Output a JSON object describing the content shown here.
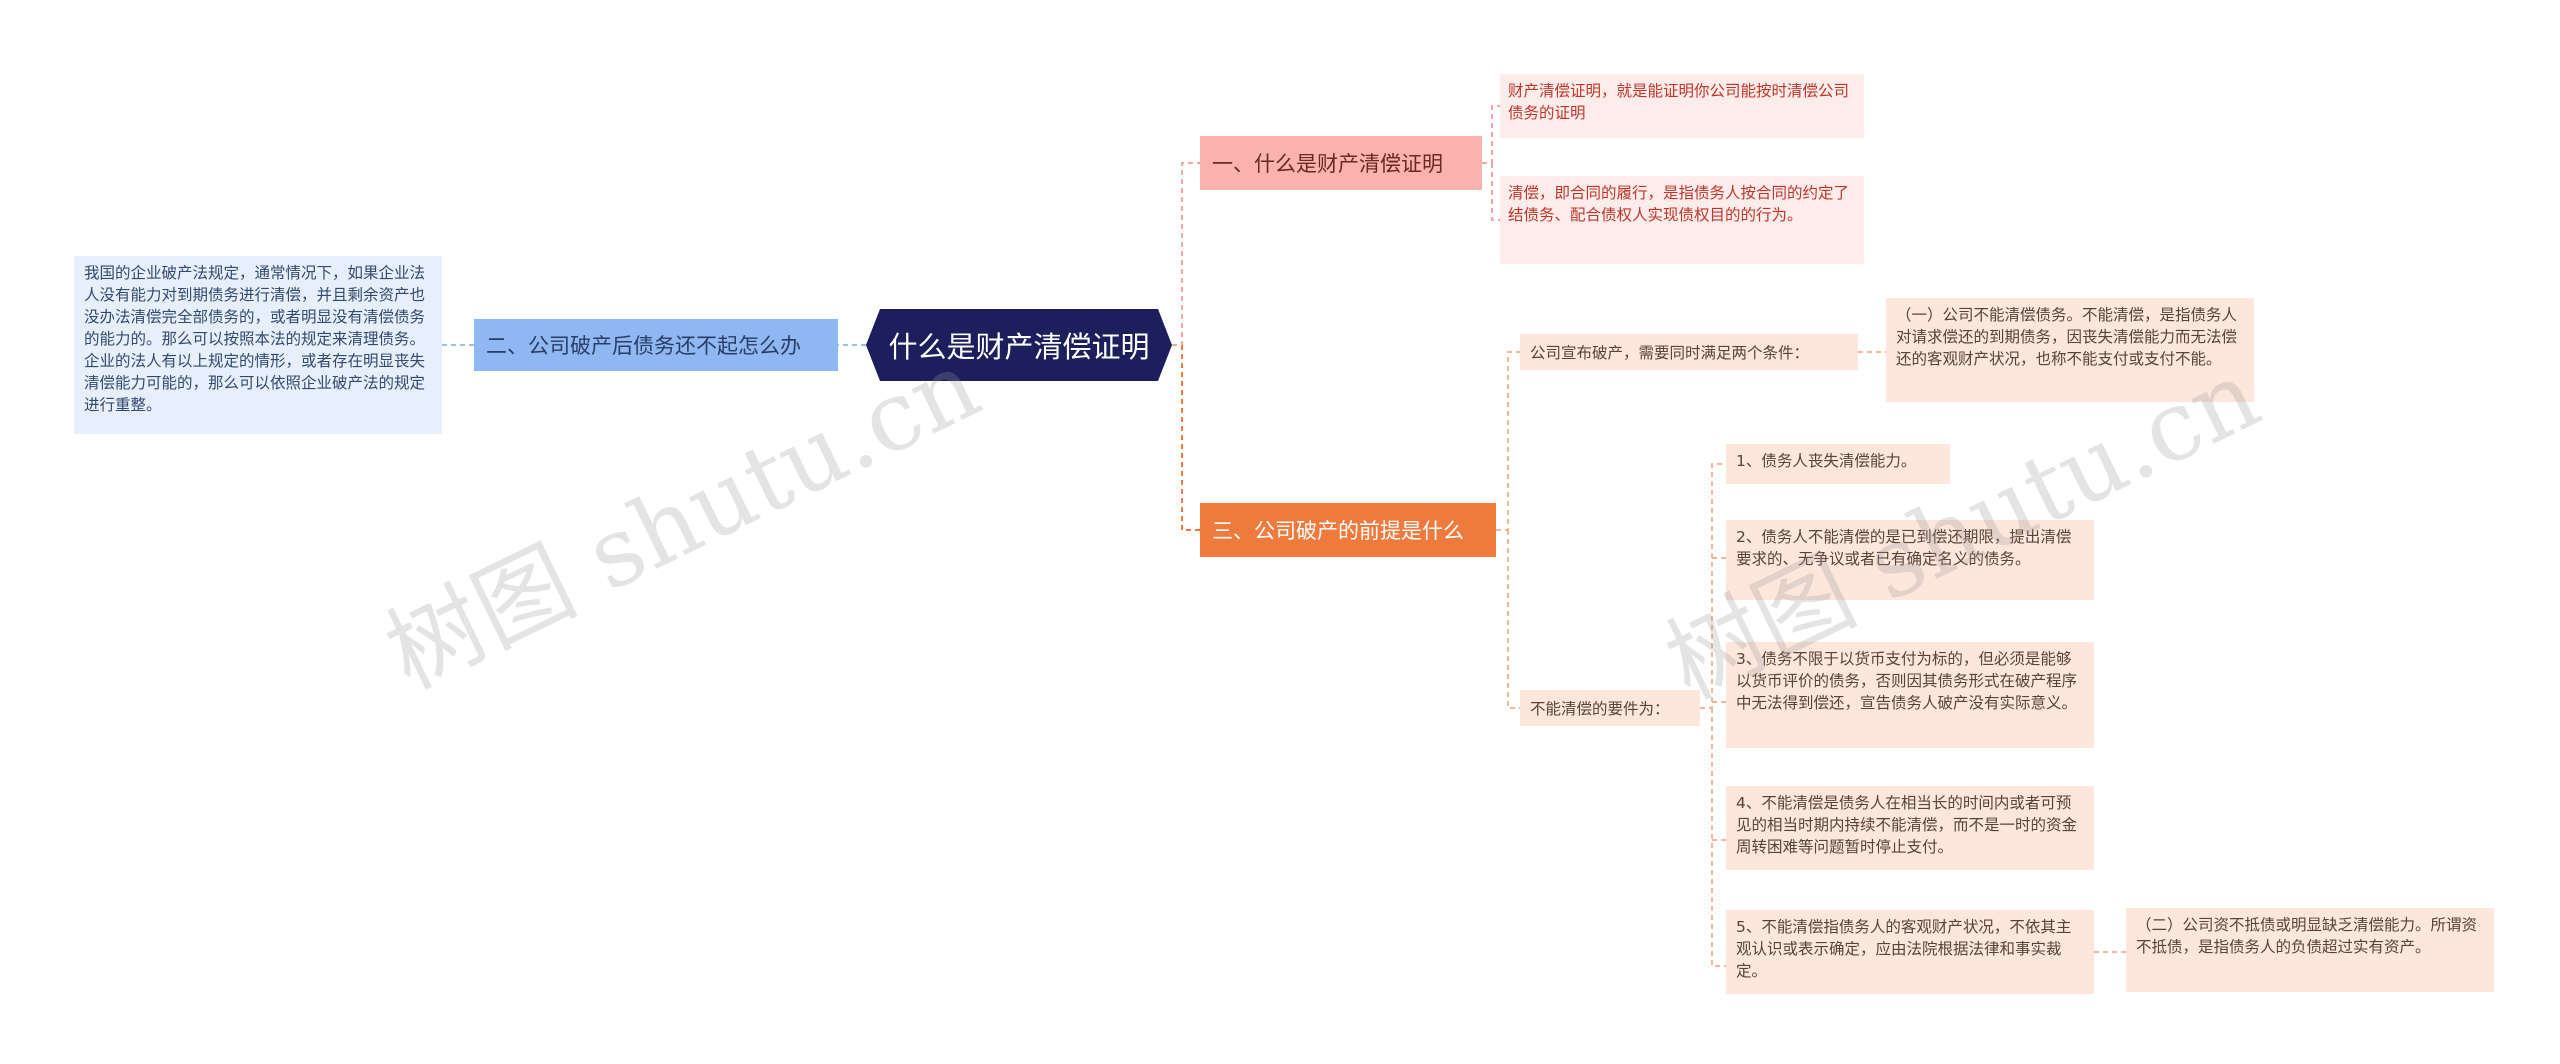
{
  "root": {
    "label": "什么是财产清偿证明"
  },
  "branch1": {
    "label": "一、什么是财产清偿证明",
    "leaves": [
      "财产清偿证明，就是能证明你公司能按时清偿公司债务的证明",
      "清偿，即合同的履行，是指债务人按合同的约定了结债务、配合债权人实现债权目的的行为。"
    ]
  },
  "branch2": {
    "label": "二、公司破产后债务还不起怎么办",
    "leaf": "我国的企业破产法规定，通常情况下，如果企业法人没有能力对到期债务进行清偿，并且剩余资产也没办法清偿完全部债务的，或者明显没有清偿债务的能力的。那么可以按照本法的规定来清理债务。企业的法人有以上规定的情形，或者存在明显丧失清偿能力可能的，那么可以依照企业破产法的规定进行重整。"
  },
  "branch3": {
    "label": "三、公司破产的前提是什么",
    "sub1": {
      "label": "公司宣布破产，需要同时满足两个条件：",
      "leaf": "（一）公司不能清偿债务。不能清偿，是指债务人对请求偿还的到期债务，因丧失清偿能力而无法偿还的客观财产状况，也称不能支付或支付不能。"
    },
    "sub2": {
      "label": "不能清偿的要件为：",
      "items": [
        "1、债务人丧失清偿能力。",
        "2、债务人不能清偿的是已到偿还期限，提出清偿要求的、无争议或者已有确定名义的债务。",
        "3、债务不限于以货币支付为标的，但必须是能够以货币评价的债务，否则因其债务形式在破产程序中无法得到偿还，宣告债务人破产没有实际意义。",
        "4、不能清偿是债务人在相当长的时间内或者可预见的相当时期内持续不能清偿，而不是一时的资金周转困难等问题暂时停止支付。",
        "5、不能清偿指债务人的客观财产状况，不依其主观认识或表示确定，应由法院根据法律和事实裁定。"
      ],
      "extra": "（二）公司资不抵债或明显缺乏清偿能力。所谓资不抵债，是指债务人的负债超过实有资产。"
    }
  },
  "watermark": [
    "树图 shutu.cn",
    "树图 shutu.cn"
  ],
  "colors": {
    "root": "#1d1f5c",
    "branch1": "#f9b2ad",
    "branch2": "#8fb7f2",
    "branch3": "#ef7a3d",
    "leaf_pink": "#fcecea",
    "leaf_orange": "#fde6dc",
    "leaf_blue": "#e6effb"
  }
}
